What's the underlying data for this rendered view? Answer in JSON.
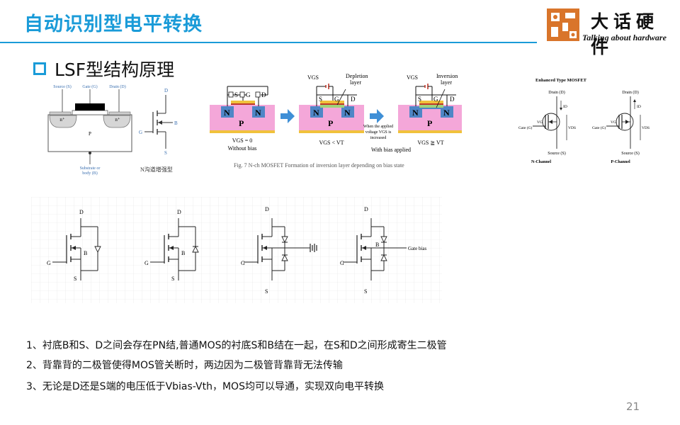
{
  "header": {
    "title": "自动识别型电平转换",
    "logo_cn": "大话硬件",
    "logo_en": "Talking about hardware"
  },
  "section": {
    "title": "LSF型结构原理"
  },
  "figures": {
    "cross_section": {
      "source": "Source (S)",
      "gate": "Gate (G)",
      "drain": "Drain (D)",
      "n1": "n⁺",
      "n2": "n⁺",
      "p": "P",
      "substrate": "Substrate or",
      "body": "body (B)"
    },
    "nmos_symbol": {
      "d": "D",
      "b": "B",
      "g": "G",
      "s": "S",
      "caption": "N沟道增强型"
    },
    "inversion": {
      "s": "S",
      "g": "G",
      "d": "D",
      "n": "N",
      "p": "P",
      "vgs": "VGS",
      "vgs_zero": "VGS = 0",
      "without_bias": "Without bias",
      "depletion_1": "Depletion",
      "depletion_2": "layer",
      "vgs_lt": "VGS < VT",
      "applied_1": "When the applied",
      "applied_2": "voltage VGS is",
      "applied_3": "increased",
      "with_bias": "With bias applied",
      "inversion_1": "Inversion",
      "inversion_2": "layer",
      "vgs_ge": "VGS ≧ VT",
      "caption": "Fig. 7 N-ch MOSFET Formation of inversion layer depending on bias state"
    },
    "enhanced": {
      "title": "Enhanced Type MOSFET",
      "drain": "Drain (D)",
      "gate": "Gate (G)",
      "source": "Source (S)",
      "vg": "VG",
      "id": "ID",
      "vds": "VDS",
      "n_channel": "N-Channel",
      "p_channel": "P-Channel"
    },
    "circuits": {
      "d": "D",
      "g": "G",
      "s": "S",
      "b": "B",
      "gate_bias": "Gate bias"
    }
  },
  "notes": [
    "1、衬底B和S、D之间会存在PN结,普通MOS的衬底S和B结在一起，在S和D之间形成寄生二极管",
    "2、背靠背的二极管使得MOS管关断时，两边因为二极管背靠背无法传输",
    "3、无论是D还是S端的电压低于Vbias-Vth，MOS均可以导通，实现双向电平转换"
  ],
  "page_number": "21",
  "colors": {
    "accent": "#1a9bd8",
    "logo_orange": "#d9752b",
    "p_region": "#f4a7d9",
    "n_region": "#4f86c6"
  }
}
